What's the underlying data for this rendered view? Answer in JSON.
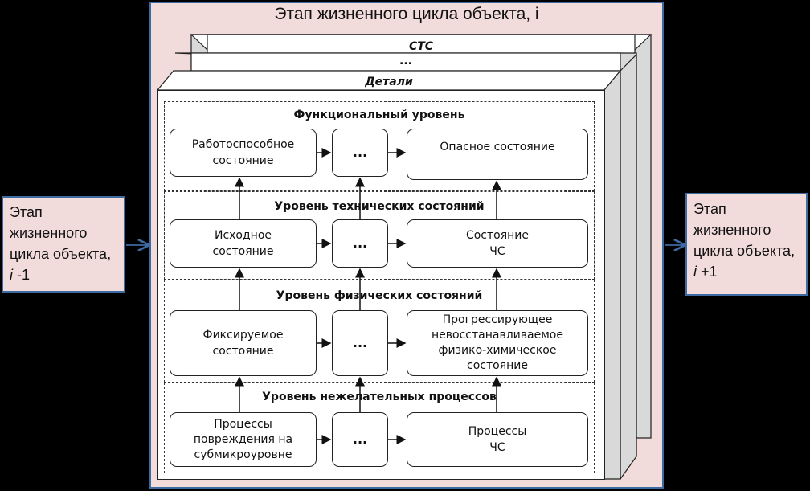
{
  "stage_title": "Этап жизненного цикла объекта, i",
  "prev_stage": {
    "text": "Этап жизненного цикла объекта,",
    "index": "i",
    "suffix": " -1"
  },
  "next_stage": {
    "text": "Этап жизненного цикла объекта,",
    "index": "i",
    "suffix": " +1"
  },
  "layers": {
    "top": "СТС",
    "middle": "...",
    "front": "Детали"
  },
  "levels": [
    {
      "title": "Функциональный уровень",
      "boxes": [
        "Работоспособное\nсостояние",
        "...",
        "Опасное состояние"
      ]
    },
    {
      "title": "Уровень технических состояний",
      "boxes": [
        "Исходное\nсостояние",
        "...",
        "Состояние\nЧС"
      ]
    },
    {
      "title": "Уровень физических состояний",
      "boxes": [
        "Фиксируемое\nсостояние",
        "...",
        "Прогрессирующее\nневосстанавливаемое\nфизико-химическое\nсостояние"
      ]
    },
    {
      "title": "Уровень нежелательных процессов",
      "boxes": [
        "Процессы\nповреждения на\nсубмикроуровне",
        "...",
        "Процессы\nЧС"
      ]
    }
  ],
  "colors": {
    "stage_fill": "#f2dcdb",
    "stage_border": "#3d6aa1",
    "sheet_side": "#d9d9d9"
  }
}
